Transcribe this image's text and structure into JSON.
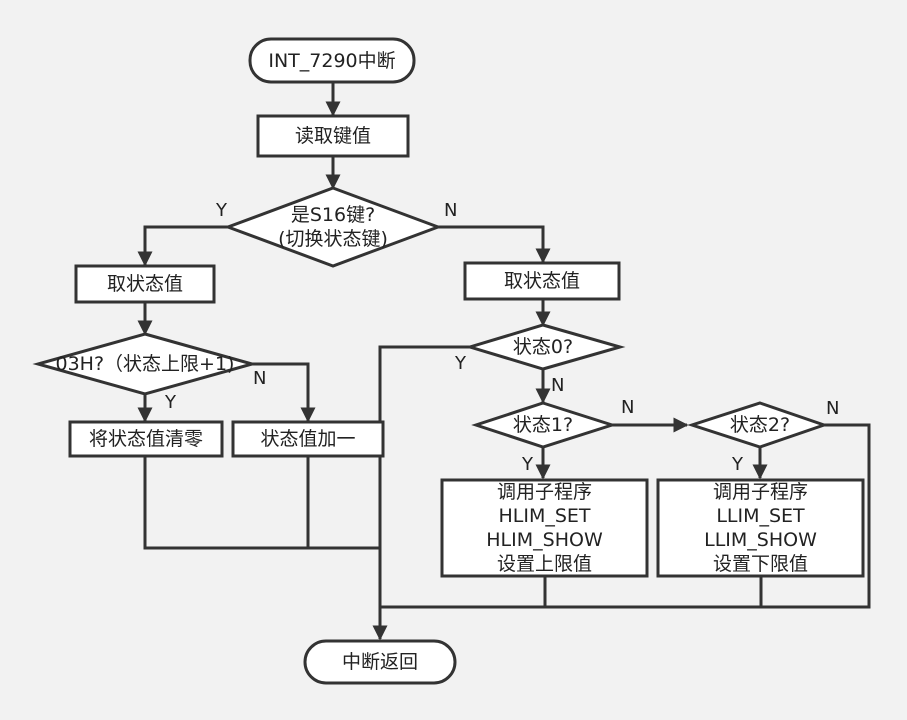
{
  "nodes": {
    "start": "INT_7290中断",
    "read_key": "读取键值",
    "is_s16_line1": "是S16键?",
    "is_s16_line2": "(切换状态键)",
    "get_state_left": "取状态值",
    "check_03h": "03H?（状态上限+1)",
    "clear_state": "将状态值清零",
    "increment_state": "状态值加一",
    "get_state_right": "取状态值",
    "state0": "状态0?",
    "state1": "状态1?",
    "state2": "状态2?",
    "hlim_block": [
      "调用子程序",
      "HLIM_SET",
      "HLIM_SHOW",
      "设置上限值"
    ],
    "llim_block": [
      "调用子程序",
      "LLIM_SET",
      "LLIM_SHOW",
      "设置下限值"
    ],
    "end": "中断返回"
  },
  "branch_labels": {
    "yes": "Y",
    "no": "N"
  },
  "colors": {
    "background": "#f2f2f2",
    "shape_fill": "#ffffff",
    "stroke": "#333333",
    "text": "#222222"
  }
}
